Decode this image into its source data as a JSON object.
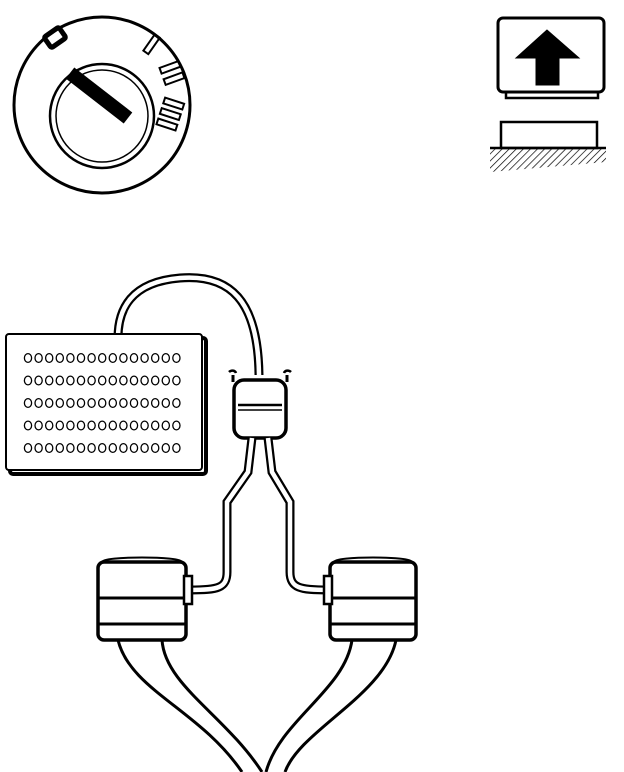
{
  "colors": {
    "ink": "#000000",
    "paper": "#ffffff"
  },
  "ignition_switch": {
    "positions": [
      "0",
      "I",
      "II",
      "III"
    ],
    "key_state": "0"
  },
  "push_button": {
    "icon": "arrow-up-icon"
  },
  "harness": {
    "control_unit": {
      "connector_pin_rows": 5,
      "connector_pins_per_row": 15
    },
    "y_connector": {},
    "connectors": [
      "left-connector",
      "right-connector"
    ]
  }
}
